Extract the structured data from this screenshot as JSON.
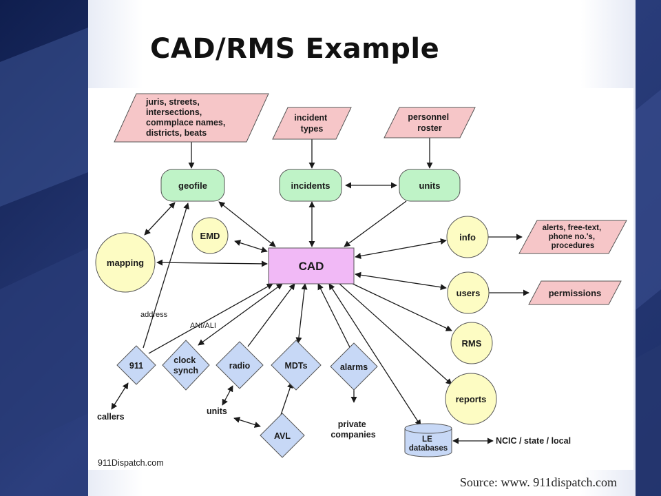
{
  "title": "CAD/RMS Example",
  "source": "Source: www. 911dispatch.com",
  "diagram": {
    "nodes": {
      "juris": [
        "juris, streets,",
        "intersections,",
        "commplace names,",
        "districts, beats"
      ],
      "incident_types": [
        "incident",
        "types"
      ],
      "personnel": [
        "personnel",
        "roster"
      ],
      "geofile": "geofile",
      "incidents": "incidents",
      "units_top": "units",
      "emd": "EMD",
      "mapping": "mapping",
      "cad": "CAD",
      "info": "info",
      "alerts": [
        "alerts, free-text,",
        "phone no.'s,",
        "procedures"
      ],
      "users": "users",
      "permissions": "permissions",
      "rms": "RMS",
      "reports": "reports",
      "d911": "911",
      "clock": [
        "clock",
        "synch"
      ],
      "radio": "radio",
      "mdts": "MDTs",
      "alarms": "alarms",
      "avl": "AVL",
      "callers": "callers",
      "units_bottom": "units",
      "private": [
        "private",
        "companies"
      ],
      "le": [
        "LE",
        "databases"
      ],
      "ncic": "NCIC / state / local"
    },
    "edge_labels": {
      "address": "address",
      "ani": "ANI/ALI"
    },
    "watermark": "911Dispatch.com"
  },
  "colors": {
    "pink": "#f6c6c8",
    "green": "#bff3c7",
    "yellow": "#fdfcc3",
    "violet": "#f1b9f6",
    "blue": "#c7d8f6"
  }
}
